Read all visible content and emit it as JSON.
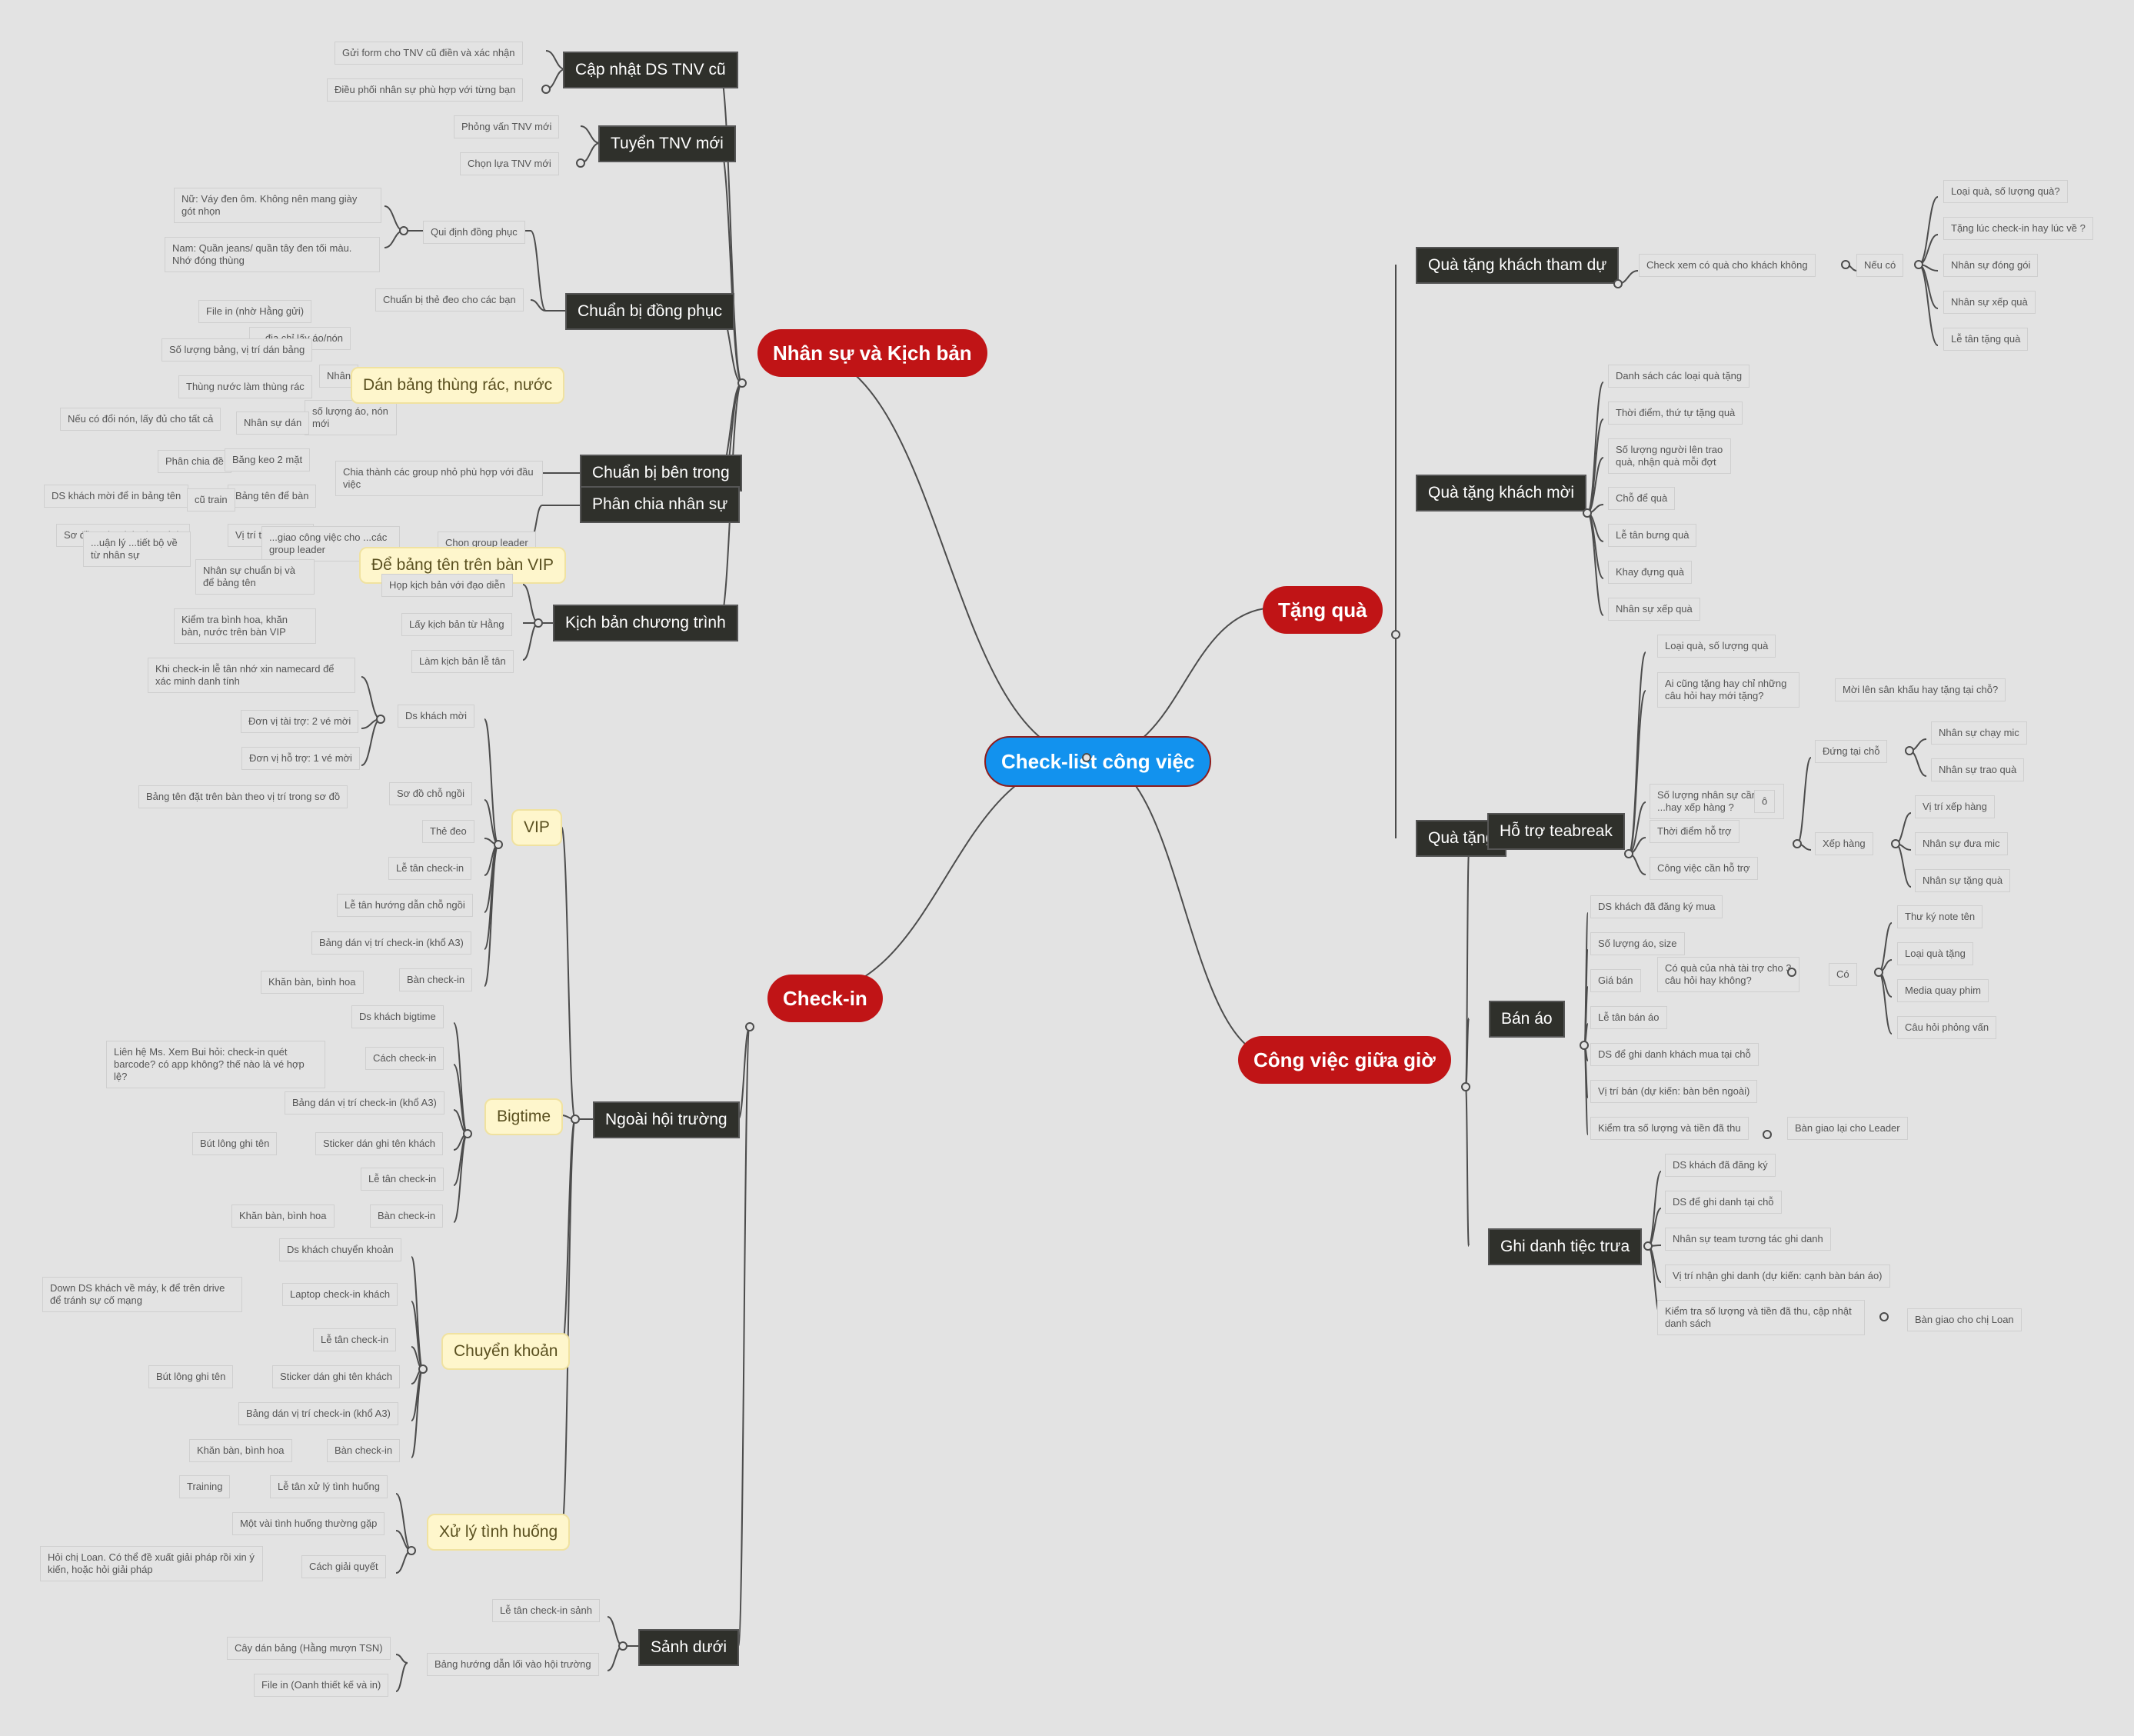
{
  "root": "Check-list công việc",
  "branches": {
    "b1": "Nhân sự và Kịch bản",
    "b2": "Check-in",
    "b3": "Tặng quà",
    "b4": "Công việc giữa giờ"
  },
  "labels": {
    "cap_nhat": "Cập nhật DS TNV cũ",
    "gui_form": "Gửi form cho TNV cũ điền và xác nhận",
    "dieu_phoi": "Điều phối nhân sự phù hợp với từng bạn",
    "tuyen": "Tuyển TNV mới",
    "phong_van": "Phỏng vấn TNV mới",
    "chon_lua": "Chọn lựa TNV mới",
    "dong_phuc": "Chuẩn bị đồng phục",
    "qui_dinh": "Qui định đồng phục",
    "nu": "Nữ: Váy đen ôm. Không nên mang giày gót nhọn",
    "nam": "Nam: Quần jeans/ quần tây đen tối màu. Nhớ đóng thùng",
    "the_deo_cb": "Chuẩn bị thẻ đeo cho các bạn",
    "dan_bang": "Dán bảng thùng rác, nước",
    "file_in_hang": "File in (nhờ Hằng gửi)",
    "so_luong_bang": "Số lượng bảng, vị trí dán bảng",
    "thung_nuoc": "Thùng nước làm thùng rác",
    "nhan_su_dan": "Nhân sự dán",
    "bang_keo": "Băng keo 2 mặt",
    "dia_chi_ao": "...địa chỉ lấy áo/nón",
    "nhan_frag": "Nhân",
    "so_luong_ao": "số lượng áo, nón mới",
    "neu_co_doi": "Nếu có đổi nón, lấy đủ cho tất cả",
    "phan_chia_frag": "Phân chia đề",
    "ben_trong": "Chuẩn bị bên trong",
    "phan_chia_ns": "Phân chia nhân sự",
    "chia_group": "Chia thành các group nhỏ phù hợp với đầu việc",
    "chon_leader": "Chọn group leader",
    "giao_cv": "...giao công việc cho ...các group leader",
    "cu_train": "cũ train",
    "dieu_tiet": "...uận lý ...tiết bộ về từ nhân sự",
    "de_bang_ten": "Để bảng tên trên bàn VIP",
    "ds_khach_moi_in": "DS khách mời để in bảng tên",
    "bang_ten_de_ban": "Bảng tên để bàn",
    "so_do": "Sơ đồ: anh Minh phụ trách",
    "vi_tri_so_do": "Vị trí theo sơ đồ",
    "ns_chuan_bi": "Nhân sự chuẩn bị và để bảng tên",
    "kiem_tra_hoa": "Kiểm tra bình hoa, khăn bàn, nước trên bàn VIP",
    "kich_ban": "Kịch bản chương trình",
    "hop_kich_ban": "Họp kịch bản với đạo diễn",
    "lay_kich_ban": "Lấy kịch bản từ Hằng",
    "lam_kich_ban": "Làm kịch bản lễ tân",
    "ngoai_ht": "Ngoài hội trường",
    "vip": "VIP",
    "ds_khach_moi": "Ds khách mời",
    "khi_checkin": "Khi check-in lễ tân nhớ xin namecard để xác minh danh tính",
    "don_vi_tai_tro": "Đơn vị tài trợ: 2 vé mời",
    "don_vi_ho_tro": "Đơn vị hỗ trợ: 1 vé mời",
    "so_do_cho": "Sơ đồ chỗ ngồi",
    "bang_ten_dat": "Bảng tên đặt trên bàn theo vị trí trong sơ đồ",
    "the_deo": "Thẻ đeo",
    "le_tan_checkin": "Lễ tân check-in",
    "le_tan_huong_dan": "Lễ tân hướng dẫn chỗ ngồi",
    "bang_dan_vi_tri": "Bảng dán vị trí check-in (khổ A3)",
    "ban_checkin": "Bàn check-in",
    "khan_ban": "Khăn bàn, bình hoa",
    "bigtime": "Bigtime",
    "ds_khach_bigtime": "Ds khách bigtime",
    "cach_checkin": "Cách check-in",
    "lien_he": "Liên hệ Ms. Xem Bui hỏi: check-in quét barcode? có app không? thế nào là vé hợp lệ?",
    "sticker": "Sticker dán ghi tên khách",
    "but_long": "Bút lông ghi tên",
    "chuyen_khoan": "Chuyển khoản",
    "ds_khach_ck": "Ds khách chuyển khoản",
    "laptop": "Laptop check-in khách",
    "down_ds": "Down DS khách về máy, k để trên drive để tránh sự cố mạng",
    "xu_ly": "Xử lý tình huống",
    "le_tan_xu_ly": "Lễ tân xử lý tình huống",
    "training": "Training",
    "mot_vai": "Một vài tình huống thường gặp",
    "cach_giai_quyet": "Cách giải quyết",
    "hoi_chi_loan": "Hỏi chị Loan. Có thể đề xuất giải pháp rồi xin ý kiến, hoặc hỏi giải pháp",
    "sanh_duoi": "Sảnh dưới",
    "le_tan_sanh": "Lễ tân check-in sảnh",
    "bang_huong_dan": "Bảng hướng dẫn lối vào hội trường",
    "cay_dan_bang": "Cây dán bảng (Hằng mượn TSN)",
    "file_in_oanh": "File in (Oanh thiết kế và in)",
    "qua_tham_du": "Quà tặng khách tham dự",
    "check_xem": "Check xem có quà cho khách không",
    "neu_co": "Nếu có",
    "loai_qua_sl": "Loại quà, số lượng quà?",
    "tang_luc": "Tặng lúc check-in hay lúc về ?",
    "ns_dong_goi": "Nhân sự đóng gói",
    "ns_xep_qua": "Nhân sự xếp quà",
    "le_tan_tang": "Lễ tân tặng quà",
    "qua_khach_moi": "Quà tặng khách mời",
    "danh_sach_qua": "Danh sách các loại quà tặng",
    "thoi_diem_thu_tu": "Thời điểm, thứ tự tặng quà",
    "so_luong_nguoi": "Số lượng người lên trao quà, nhận quà mỗi đợt",
    "cho_de_qua": "Chỗ để quà",
    "le_tan_bung": "Lễ tân bưng quà",
    "khay_dung": "Khay đựng quà",
    "ns_xep_qua2": "Nhân sự xếp quà",
    "qua_tang_frag": "Quà tặng",
    "ho_tro_teabreak": "Hỗ trợ teabreak",
    "loai_qua_sl2": "Loại quà, số lượng quà",
    "ai_cung_tang": "Ai cũng tặng hay chỉ những câu hỏi hay mới tặng?",
    "moi_len_san_khau": "Mời lên sân khấu hay tặng tại chỗ?",
    "so_luong_ns_can": "Số lượng nhân sự cần ...hay xếp hàng ?",
    "thoi_diem_ho_tro": "Thời điểm hỗ trợ",
    "cong_viec_ho_tro": "Công việc cần hỗ trợ",
    "dung_tai_cho": "Đứng tại chỗ",
    "ns_chay_mic": "Nhân sự chạy mic",
    "ns_trao_qua": "Nhân sự trao quà",
    "xep_hang": "Xếp hàng",
    "vi_tri_xep_hang": "Vị trí xếp hàng",
    "ns_dua_mic": "Nhân sự đưa mic",
    "ns_tang_qua": "Nhân sự tặng quà",
    "o_frag": "ô",
    "ban_ao": "Bán áo",
    "ds_dang_ky_mua": "DS khách đã đăng ký mua",
    "so_luong_ao_size": "Số lượng áo, size",
    "gia_ban": "Giá bán",
    "le_tan_ban_ao": "Lễ tân bán áo",
    "ds_ghi_danh_mua": "DS để ghi danh khách mua tại chỗ",
    "vi_tri_ban": "Vị trí bán (dự kiến: bàn bên ngoài)",
    "kiem_tra_sl_tien": "Kiểm tra số lượng và tiền đã thu",
    "ban_giao_leader": "Bàn giao lại cho Leader",
    "co_qua_nha_tai_tro": "Có quà của nhà tài trợ cho 3 câu hỏi hay không?",
    "co": "Có",
    "thu_ky": "Thư ký note tên",
    "loai_qua_tang": "Loại quà tặng",
    "media_quay": "Media quay phim",
    "cau_hoi_pv": "Câu hỏi phỏng vấn",
    "ghi_danh_tiec": "Ghi danh tiệc trưa",
    "ds_da_dang_ky": "DS khách đã đăng ký",
    "ds_ghi_danh_tai_cho": "DS để ghi danh tại chỗ",
    "ns_team_tuong_tac": "Nhân sự team tương tác ghi danh",
    "vi_tri_nhan": "Vị trí nhận ghi danh (dự kiến: cạnh bàn bán áo)",
    "kiem_tra_cap_nhat": "Kiểm tra số lượng và tiền đã thu, cập nhật danh sách",
    "ban_giao_loan": "Bàn giao cho chị Loan"
  },
  "colors": {
    "background": "#e3e3e3",
    "root": "#1292ee",
    "branch": "#c01416",
    "sub_dark": "#2f302b",
    "sub_yellow": "#fef6cc",
    "line": "#4c4c4c"
  }
}
